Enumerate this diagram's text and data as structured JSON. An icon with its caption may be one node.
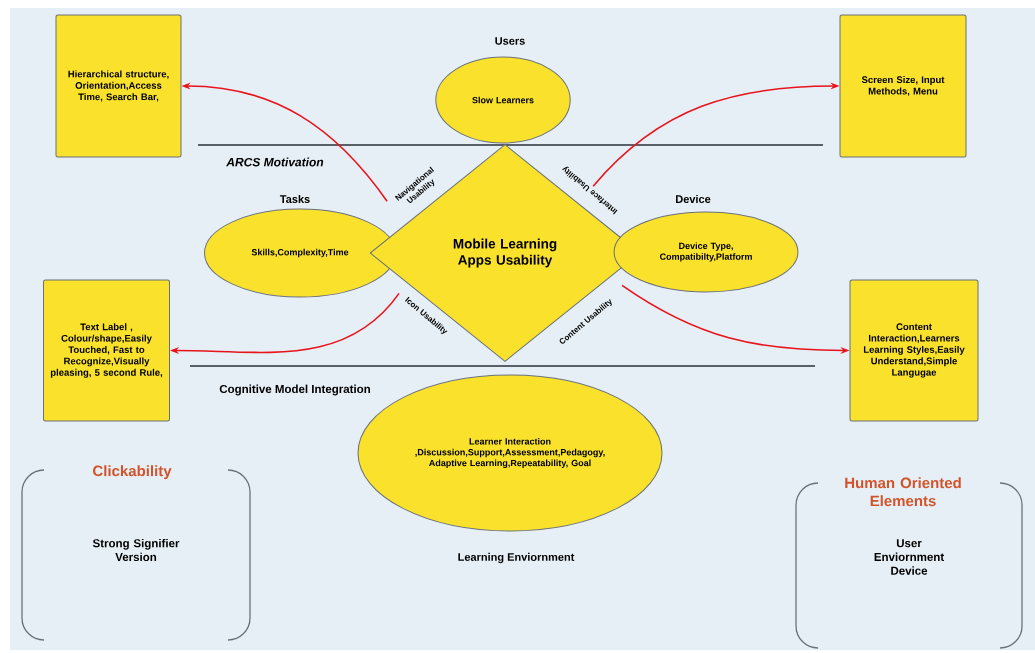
{
  "diagram": {
    "nodes": [
      {
        "text": [
          "Hierarchical structure, Orientation,Access Time, Search Bar,"
        ]
      },
      {
        "text": [
          "Users",
          "Slow Learners"
        ]
      },
      {
        "text": [
          "Screen Size, Input Methods, Menu"
        ]
      },
      {
        "text": [
          "Tasks",
          "Skills,Complexity,Time"
        ]
      },
      {
        "text": [
          "Mobile Learning Apps Usability"
        ]
      },
      {
        "text": [
          "Device",
          "Device Type, Compatibilty,Platform"
        ]
      },
      {
        "text": [
          "Text Label , Colour/shape,Easily Touched, Fast to Recognize,Visually pleasing, 5 second Rule,"
        ]
      },
      {
        "text": [
          "Content Interaction,Learners Learning Styles,Easily Understand,Simple Langugae"
        ]
      },
      {
        "text": [
          "Learner Interaction ,Discussion,Support,Assessment,Pedagogy, Adaptive Learning,Repeatability, Goal"
        ],
        "beside": [
          "Learning Enviornment"
        ]
      },
      {
        "text": [
          "Clickability",
          "Strong Signifier Version"
        ]
      },
      {
        "text": [
          "Human Oriented Elements",
          "User Enviornment Device"
        ]
      },
      {
        "text": [
          "Navigational Usability"
        ]
      },
      {
        "text": [
          "Interface Usability"
        ]
      },
      {
        "text": [
          "Icon Usability"
        ]
      },
      {
        "text": [
          "Content Usability"
        ]
      }
    ],
    "edges": [
      {
        "from": 11,
        "to": 0,
        "arrow": "to"
      },
      {
        "from": 12,
        "to": 2,
        "arrow": "to"
      },
      {
        "from": 13,
        "to": 6,
        "arrow": "to"
      },
      {
        "from": 14,
        "to": 7,
        "arrow": "to"
      }
    ],
    "labels": [
      "ARCS Motivation",
      "Cognitive Model Integration"
    ]
  }
}
